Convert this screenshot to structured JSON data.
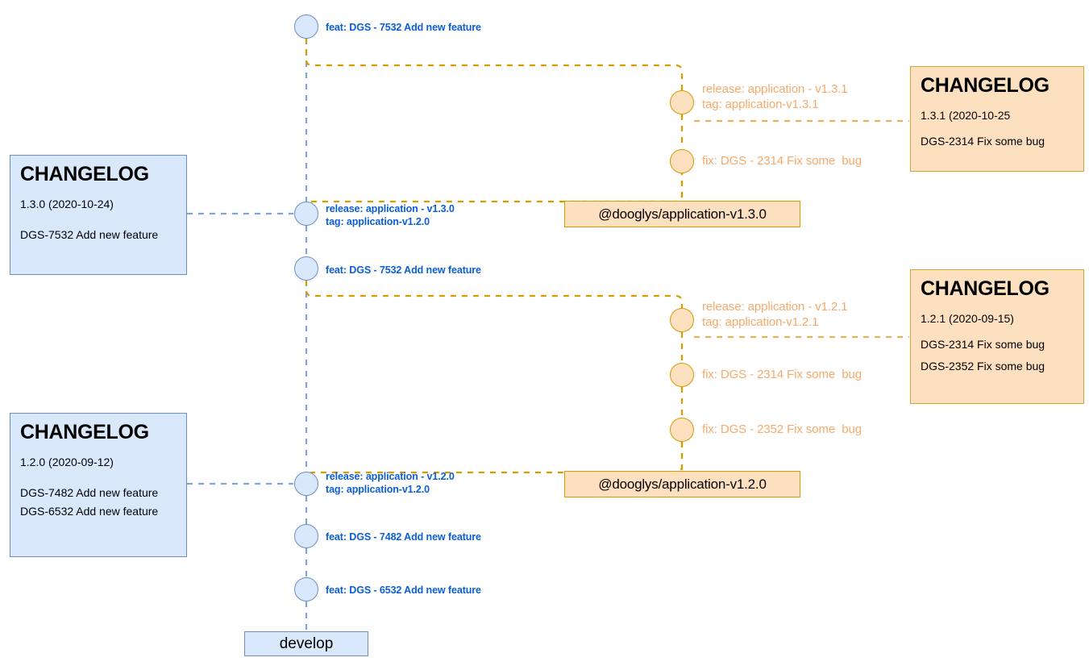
{
  "diagram": {
    "title": "Git release flow with changelog",
    "colors": {
      "develop_line": "#7ea6d9",
      "release_line": "#d79b00",
      "blue_fill": "#dae8fc",
      "blue_stroke": "#6c8ebf",
      "orange_fill": "#fde0c0",
      "orange_stroke": "#d79b00",
      "blue_text": "#0b5ed7",
      "orange_text": "#f5a96b"
    }
  },
  "develop_branch": {
    "box_label": "develop",
    "commits": [
      {
        "id": "d-feat-7532-top",
        "label": "feat: DGS - 7532 Add new feature"
      },
      {
        "id": "d-release-130",
        "label": "release: application - v1.3.0\ntag: application-v1.2.0"
      },
      {
        "id": "d-feat-7532",
        "label": "feat: DGS - 7532 Add new feature"
      },
      {
        "id": "d-release-120",
        "label": "release: application - v1.2.0\ntag: application-v1.2.0"
      },
      {
        "id": "d-feat-7482",
        "label": "feat: DGS - 7482 Add new feature"
      },
      {
        "id": "d-feat-6532",
        "label": "feat: DGS - 6532 Add new feature"
      }
    ]
  },
  "release_branches": [
    {
      "id": "release-131",
      "commits": [
        {
          "id": "r-release-131",
          "label": "release: application - v1.3.1\ntag: application-v1.3.1"
        },
        {
          "id": "r-fix-2314",
          "label": "fix: DGS - 2314 Fix some  bug"
        }
      ]
    },
    {
      "id": "release-121",
      "commits": [
        {
          "id": "r-release-121",
          "label": "release: application - v1.2.1\ntag: application-v1.2.1"
        },
        {
          "id": "r-fix-2314-b",
          "label": "fix: DGS - 2314 Fix some  bug"
        },
        {
          "id": "r-fix-2352",
          "label": "fix: DGS - 2352 Fix some  bug"
        }
      ]
    }
  ],
  "changelogs": [
    {
      "id": "changelog-131",
      "variant": "orange",
      "title": "CHANGELOG",
      "version": "1.3.1 (2020-10-25",
      "entries": [
        "DGS-2314 Fix some bug"
      ]
    },
    {
      "id": "changelog-130",
      "variant": "blue",
      "title": "CHANGELOG",
      "version": "1.3.0 (2020-10-24)",
      "entries": [
        "DGS-7532 Add new feature"
      ]
    },
    {
      "id": "changelog-121",
      "variant": "orange",
      "title": "CHANGELOG",
      "version": "1.2.1 (2020-09-15)",
      "entries": [
        "DGS-2314 Fix some bug",
        "DGS-2352 Fix some bug"
      ]
    },
    {
      "id": "changelog-120",
      "variant": "blue",
      "title": "CHANGELOG",
      "version": "1.2.0 (2020-09-12)",
      "entries": [
        "DGS-7482 Add new feature",
        "DGS-6532 Add new feature"
      ]
    }
  ],
  "packages": [
    {
      "id": "pkg-130",
      "label": "@dooglys/application-v1.3.0"
    },
    {
      "id": "pkg-120",
      "label": "@dooglys/application-v1.2.0"
    }
  ]
}
